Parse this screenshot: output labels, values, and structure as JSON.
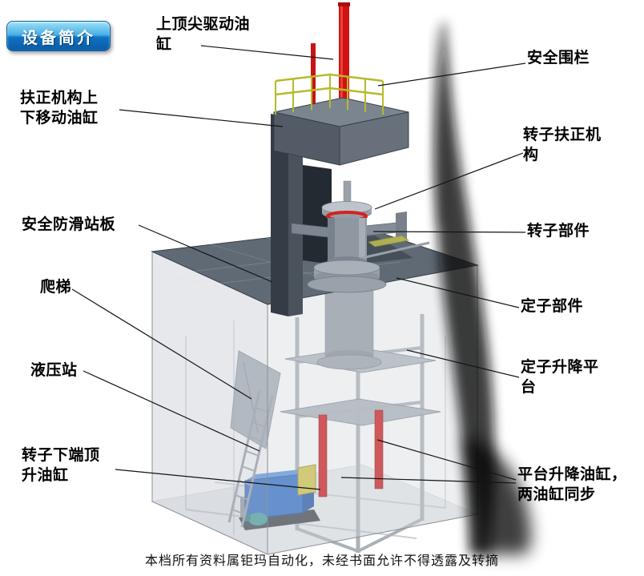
{
  "page": {
    "badge": "设备简介",
    "footer": "本档所有资料属钜玛自动化，未经书面允许不得透露及转摘"
  },
  "labels": {
    "top_spindle_drive_cylinder": "上顶尖驱动油\n缸",
    "safety_fence": "安全围栏",
    "centering_updown_cylinder": "扶正机构上\n下移动油缸",
    "rotor_centering_mechanism": "转子扶正机\n构",
    "antislip_standing_plate": "安全防滑站板",
    "rotor_component": "转子部件",
    "ladder": "爬梯",
    "stator_component": "定子部件",
    "hydraulic_station": "液压站",
    "stator_lift_platform": "定子升降平\n台",
    "rotor_bottom_jack_cylinder": "转子下端顶\n升油缸",
    "platform_lift_cylinders": "平台升降油缸，\n两油缸同步"
  },
  "colors": {
    "badge_blue": "#0e72c0",
    "cylinder_red": "#d01414",
    "railing_yellow": "#b6ba2c",
    "hydraulic_blue": "#2e6cc9",
    "machine_gray": "#8f98a1",
    "platform_gray": "#5f6a74"
  }
}
